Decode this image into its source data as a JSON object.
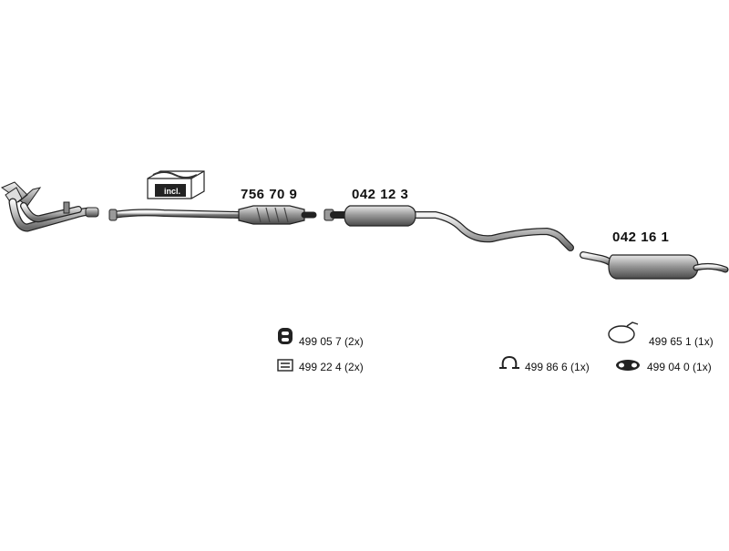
{
  "diagram": {
    "incl_label": "incl.",
    "parts": [
      {
        "number": "756 70 9"
      },
      {
        "number": "042 12 3"
      },
      {
        "number": "042 16 1"
      }
    ],
    "accessories": [
      {
        "code": "499 05 7 (2x)",
        "icon": "rubber-hanger-ring-icon"
      },
      {
        "code": "499 22 4 (2x)",
        "icon": "mounting-strip-icon"
      },
      {
        "code": "499 65 1 (1x)",
        "icon": "exhaust-hanger-bracket-icon"
      },
      {
        "code": "499 86 6 (1x)",
        "icon": "pipe-clamp-icon"
      },
      {
        "code": "499 04 0 (1x)",
        "icon": "flange-gasket-icon"
      }
    ]
  }
}
